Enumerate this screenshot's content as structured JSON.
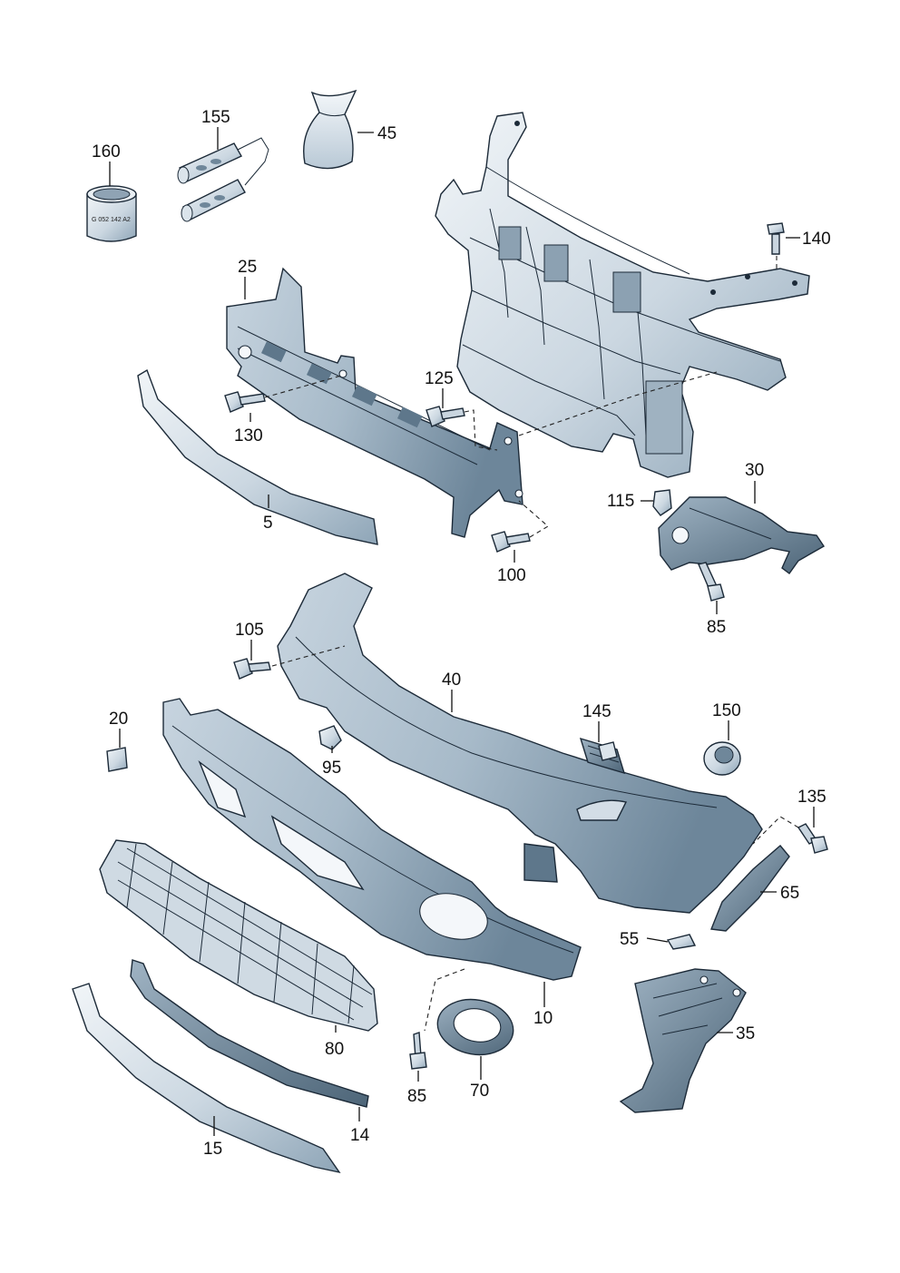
{
  "diagram": {
    "type": "exploded parts diagram",
    "colors": {
      "part_light": "#dfe7ee",
      "part_mid": "#a9bccb",
      "part_dark": "#5e778b",
      "outline": "#1c2a38",
      "label": "#111111"
    },
    "stamp_text": "G 052 142 A2",
    "labels": {
      "p160": "160",
      "p155": "155",
      "p45": "45",
      "p140": "140",
      "p25": "25",
      "p125": "125",
      "p130": "130",
      "p5": "5",
      "p100": "100",
      "p30": "30",
      "p115": "115",
      "p85a": "85",
      "p105": "105",
      "p40": "40",
      "p145": "145",
      "p150": "150",
      "p20": "20",
      "p95": "95",
      "p135": "135",
      "p65": "65",
      "p55": "55",
      "p10": "10",
      "p35": "35",
      "p80": "80",
      "p85b": "85",
      "p70": "70",
      "p14": "14",
      "p15": "15"
    }
  }
}
